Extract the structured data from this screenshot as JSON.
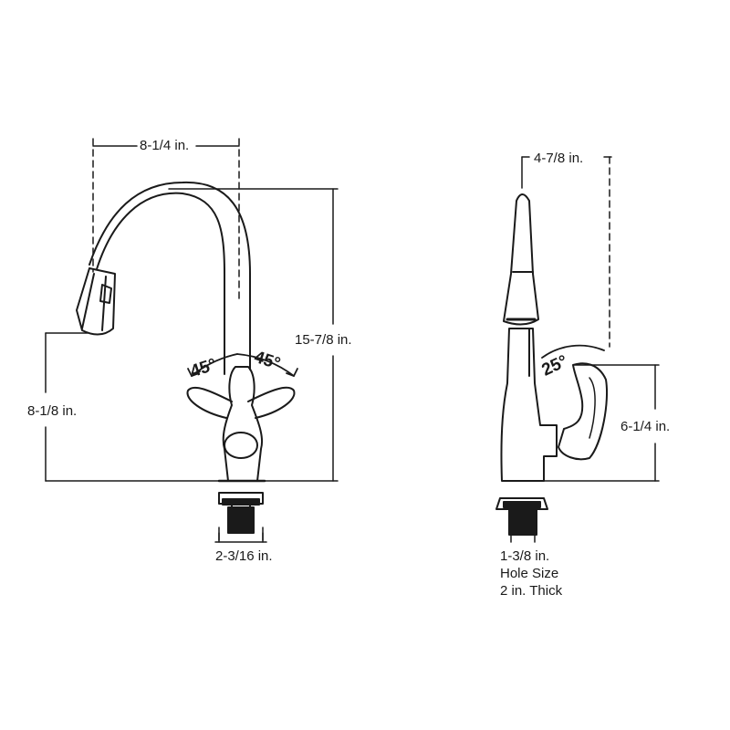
{
  "front_view": {
    "width_label": "8-1/4 in.",
    "height_label": "15-7/8 in.",
    "spout_height_label": "8-1/8 in.",
    "base_label": "2-3/16 in.",
    "angle_left": "45°",
    "angle_right": "45°"
  },
  "side_view": {
    "reach_label": "4-7/8 in.",
    "handle_angle": "25°",
    "handle_height_label": "6-1/4 in.",
    "hole_size_label": "1-3/8 in.",
    "hole_size_text": "Hole Size",
    "thickness_text": "2 in.  Thick"
  },
  "colors": {
    "line": "#1a1a1a",
    "background": "#ffffff"
  }
}
